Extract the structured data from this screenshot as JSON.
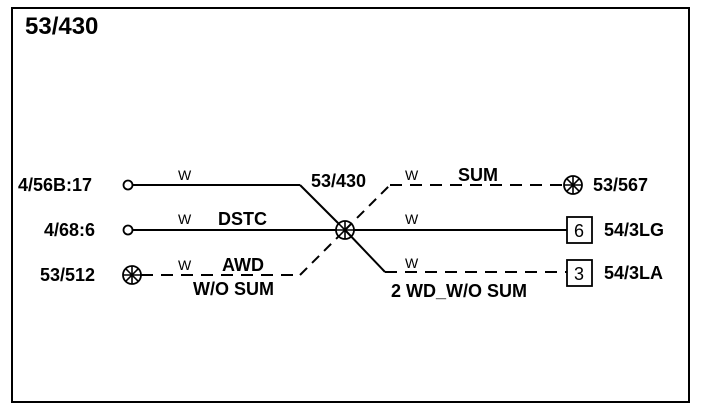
{
  "title": "53/430",
  "left_connectors": [
    {
      "id": "4/56B:17",
      "wire_color": "W",
      "label": ""
    },
    {
      "id": "4/68:6",
      "wire_color": "W",
      "label": "DSTC"
    },
    {
      "id": "53/512",
      "wire_color": "W",
      "label": "AWD",
      "label2": "W/O SUM"
    }
  ],
  "splice": {
    "id": "53/430"
  },
  "right_connectors": [
    {
      "id": "53/567",
      "wire_color": "W",
      "label": "SUM"
    },
    {
      "id": "54/3LG",
      "wire_color": "W",
      "pin": "6",
      "label": ""
    },
    {
      "id": "54/3LA",
      "wire_color": "W",
      "pin": "3",
      "label": "2 WD_W/O SUM"
    }
  ]
}
